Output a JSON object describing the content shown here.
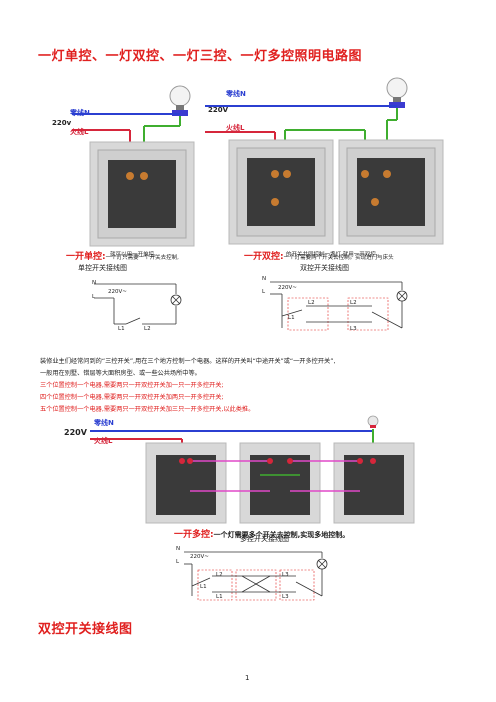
{
  "page_title": "一灯单控、一灯双控、一灯三控、一灯多控照明电路图",
  "top_left": {
    "neutral_label": "零线N",
    "voltage_label": "220v",
    "live_label": "火线L",
    "caption_head": "一开单控:",
    "caption_line1": "一个灯只需要一个开关去控制,",
    "caption_line2": "就可以用一开单控。",
    "diagram_title": "单控开关接线图",
    "diag_n": "N",
    "diag_l": "L",
    "diag_voltage": "220V~",
    "diag_l1": "L1",
    "diag_l2": "L2"
  },
  "top_right": {
    "neutral_label": "零线N",
    "voltage_label": "220V",
    "live_label": "火线L",
    "caption_head": "一开双控:",
    "caption_line1": "一个灯需要两个开关去控制。实现进门与床头",
    "caption_line2": "的开关共同控制一盏灯,就用一开双控。",
    "diagram_title": "双控开关接线图",
    "diag_n": "N",
    "diag_l": "L",
    "diag_voltage": "220V~",
    "diag_l1": "L1",
    "diag_l2": "L2",
    "diag_l3": "L3"
  },
  "paragraph": {
    "line1": "装修业主们经常问到的“三控开关”,用在三个地方控制一个电器。这样的开关叫“中途开关”或“一开多控开关”,",
    "line2": "一般用在别墅、错层等大面积房型、或一些公共场所中等。",
    "line3": "三个位置控制一个电器,需要两只一开双控开关加一只一开多控开关;",
    "line4": "四个位置控制一个电器,需要两只一开双控开关加两只一开多控开关;",
    "line5": "五个位置控制一个电器,需要两只一开双控开关加三只一开多控开关,以此类推。"
  },
  "middle": {
    "neutral_label": "零线N",
    "voltage_label": "220V",
    "live_label": "火线L",
    "caption_head": "一开多控:",
    "caption_body": "一个灯需要多个开关去控制,实现多地控制。",
    "diagram_title": "多控开关接线图",
    "diag_n": "N",
    "diag_l": "L",
    "diag_voltage": "220V~",
    "diag_l1": "L1",
    "diag_l2": "L2",
    "diag_l3": "L3"
  },
  "section_heading": "双控开关接线图",
  "page_number": "1",
  "colors": {
    "title_red": "#e0201f",
    "neutral_wire": "#2b3fd1",
    "live_wire": "#d6263b",
    "switch_wire": "#3fae2f",
    "traveler_wire": "#e048c8"
  }
}
